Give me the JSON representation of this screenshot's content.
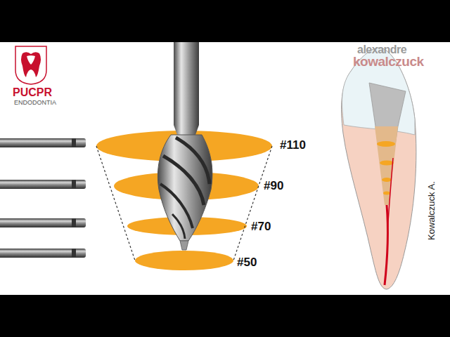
{
  "diagram": {
    "labels": [
      "PUCPR",
      "ENDODONTIA",
      "#110",
      "#90",
      "#70",
      "#50",
      "alexandre",
      "kowalczuck",
      "Kowalczuck A."
    ]
  }
}
